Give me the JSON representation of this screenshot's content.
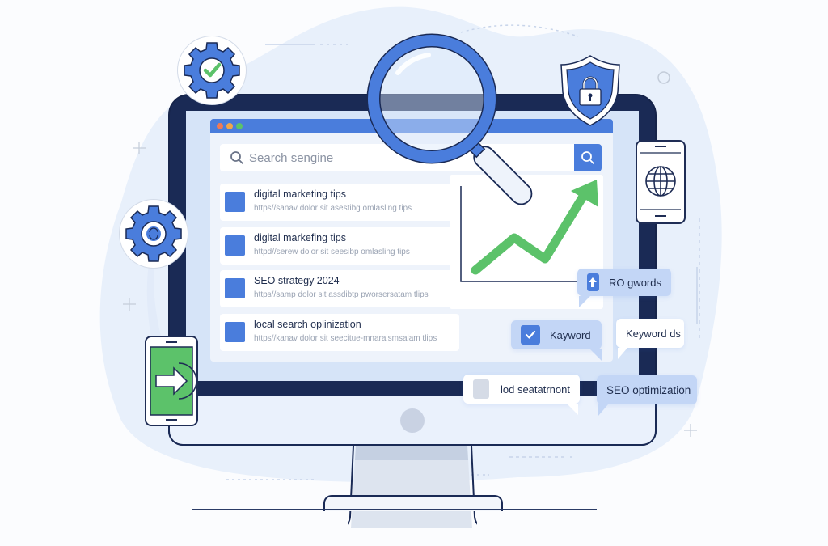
{
  "illustration": {
    "theme": "SEO / search engine optimization concept",
    "colors": {
      "primary_blue": "#4a7ddc",
      "navy": "#1a2a55",
      "green": "#5cc26a",
      "light_blue_bg": "#e6effb",
      "tag_blue": "#c3d6f6",
      "dot_red": "#f07a55",
      "dot_orange": "#f0a64a",
      "dot_green": "#5cc26a"
    }
  },
  "browser": {
    "window_dots": [
      "red",
      "orange",
      "green"
    ],
    "search": {
      "placeholder": "Search sengine",
      "left_icon": "search-icon",
      "button_icon": "search-icon"
    },
    "results": [
      {
        "title": "digital marketing tips",
        "url": "https//sanav dolor sit asestibg omlasling tips"
      },
      {
        "title": "digital markefing tips",
        "url": "httpd//serew dolor sit seesibp omlasling tips"
      },
      {
        "title": "SEO strategy 2024",
        "url": "https//samp dolor sit assdibtp pworsersatam tlips"
      },
      {
        "title": "local search oplinization",
        "url": "https//kanav dolor sit seecitue-mnaralsmsalam tlips"
      }
    ]
  },
  "chart": {
    "trend": "upward",
    "icon": "trend-arrow-icon"
  },
  "tags": {
    "keywords_up": {
      "label": "RO gwords",
      "icon": "arrow-up-icon"
    },
    "keyword_check": {
      "label": "Kayword",
      "icon": "checkbox-checked-icon"
    },
    "keyword_ds": {
      "label": "Keyword ds"
    },
    "local_statement": {
      "label": "lod seatatrnont",
      "icon": "checkbox-empty-icon"
    },
    "seo_optimization": {
      "label": "SEO optimization"
    }
  },
  "badges": {
    "gear_check": "gear-check-icon",
    "gear_sync": "gear-sync-icon",
    "shield_lock": "shield-lock-icon",
    "phone_globe": "globe-icon",
    "phone_arrow": "arrow-right-icon"
  }
}
